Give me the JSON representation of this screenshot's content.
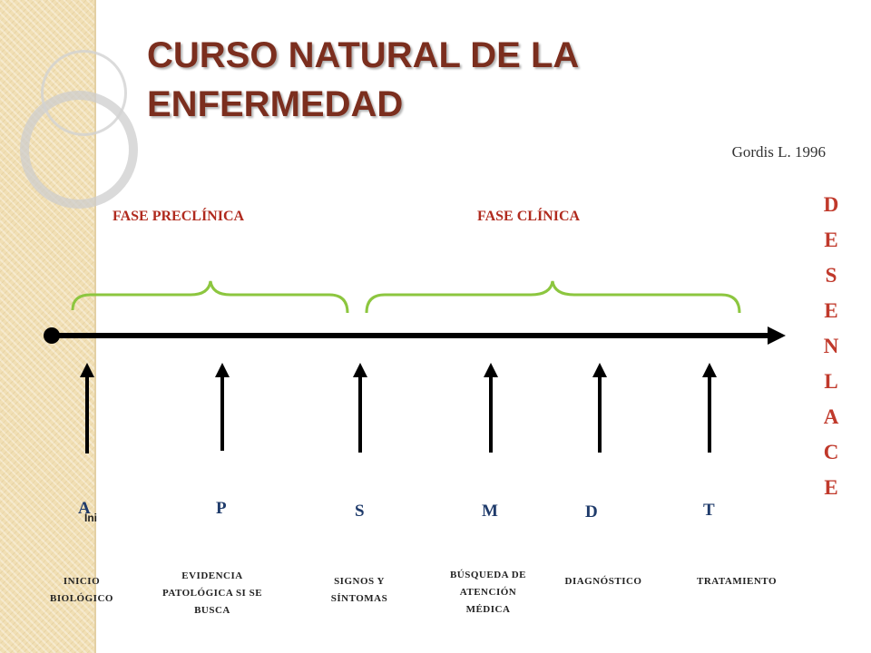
{
  "title": "CURSO NATURAL DE LA ENFERMEDAD",
  "source": "Gordis L. 1996",
  "phases": {
    "preclinical": "FASE PRECLÍNICA",
    "clinical": "FASE CLÍNICA"
  },
  "outcome_letters": [
    "D",
    "E",
    "S",
    "E",
    "N",
    "L",
    "A",
    "C",
    "E"
  ],
  "events": [
    {
      "letter": "A",
      "sub": "Ini",
      "caption": "INICIO BIOLÓGICO"
    },
    {
      "letter": "P",
      "sub": "",
      "caption": "EVIDENCIA PATOLÓGICA SI SE BUSCA"
    },
    {
      "letter": "S",
      "sub": "",
      "caption": "SIGNOS Y SÍNTOMAS"
    },
    {
      "letter": "M",
      "sub": "",
      "caption": "BÚSQUEDA DE ATENCIÓN MÉDICA"
    },
    {
      "letter": "D",
      "sub": "",
      "caption": "DIAGNÓSTICO"
    },
    {
      "letter": "T",
      "sub": "",
      "caption": "TRATAMIENTO"
    }
  ],
  "colors": {
    "title": "#7b2e1e",
    "phase_label": "#b02a1e",
    "outcome": "#c0392b",
    "brace": "#8cc63f",
    "timeline": "#000000",
    "event_letter": "#1f3b6b"
  }
}
